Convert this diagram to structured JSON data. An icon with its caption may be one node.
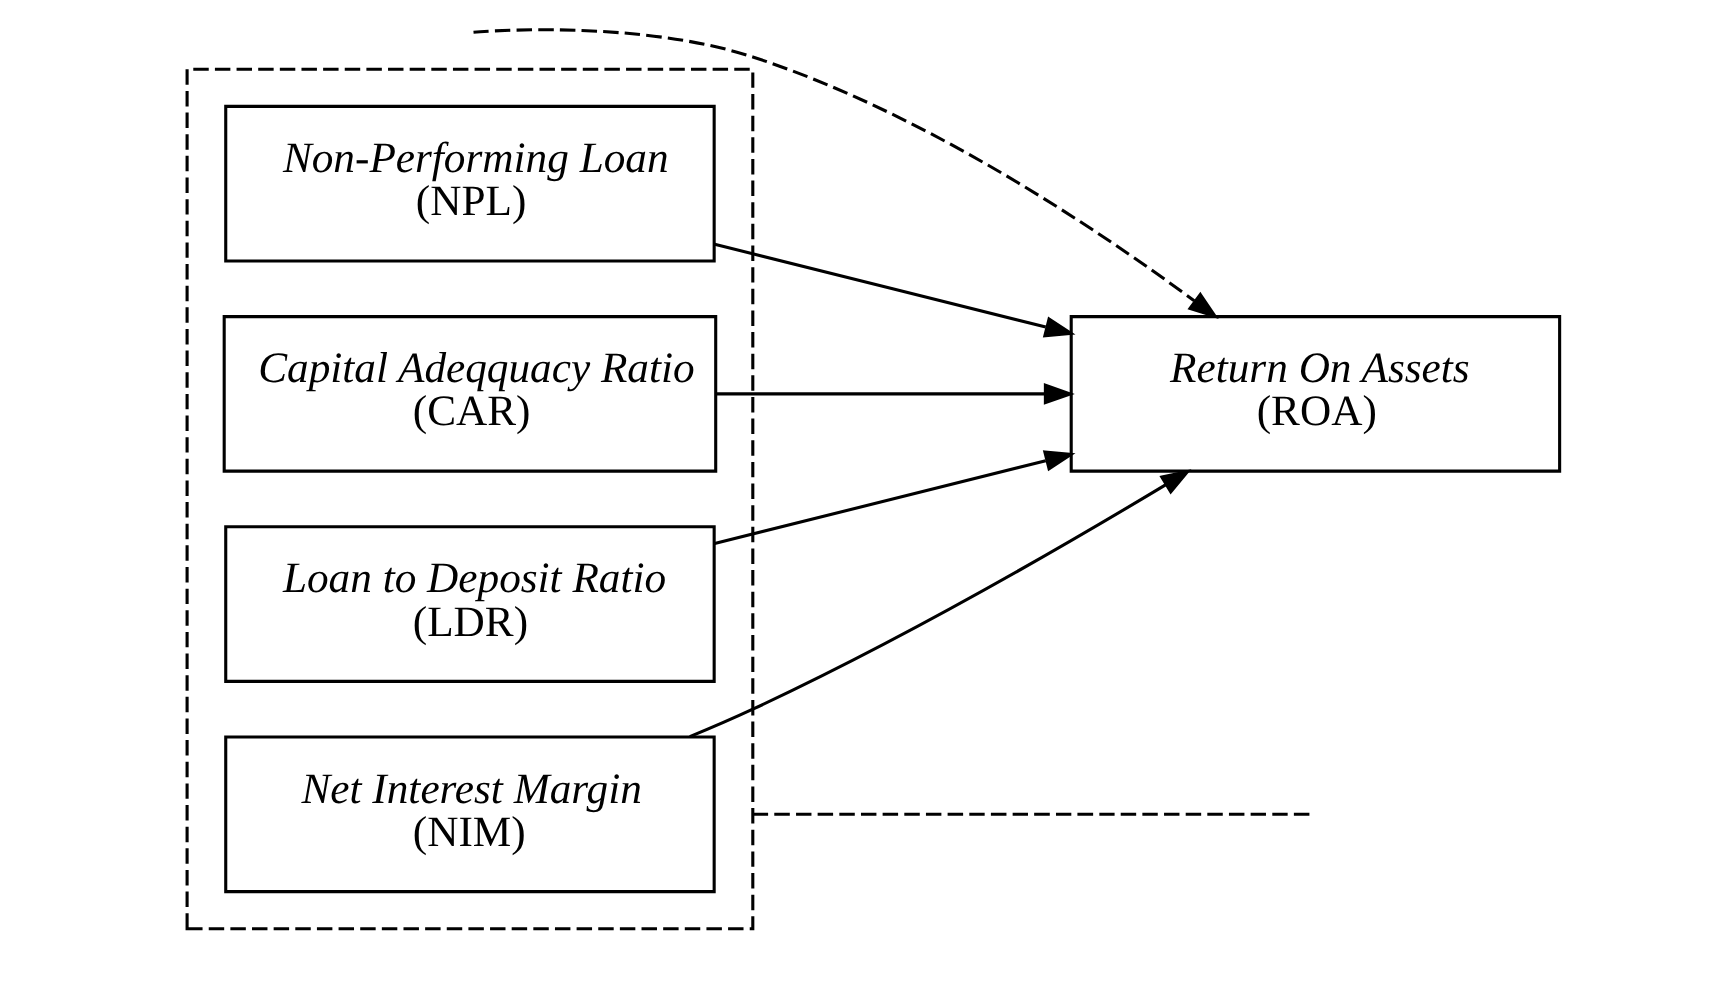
{
  "diagram": {
    "nodes": [
      {
        "text": [],
        "shape": "box"
      },
      {
        "text": [
          "*Net Interest Margin* (NIM)"
        ],
        "in": 0
      },
      {
        "text": [
          "*Loan to Deposit Ratio* (LDR)"
        ],
        "in": 0
      },
      {
        "text": [
          "*Capital Adeqquacy Ratio* (CAR)"
        ],
        "in": 0
      },
      {
        "text": [
          "*Non-Performing Loan* (NPL)"
        ],
        "in": 0
      },
      {
        "text": [
          "*Return On Assets* (ROA)"
        ]
      }
    ],
    "edges": [
      {
        "from": 1,
        "to": 5,
        "arrow": "to"
      },
      {
        "from": 2,
        "to": 5,
        "arrow": "to"
      },
      {
        "from": 3,
        "to": 5,
        "arrow": "to"
      },
      {
        "from": 4,
        "to": 5,
        "arrow": "to"
      },
      {
        "from": 0,
        "to": null,
        "arrow": "none",
        "style": "dashed"
      },
      {
        "from": null,
        "to": 5,
        "arrow": "to",
        "style": "dashed"
      }
    ]
  }
}
